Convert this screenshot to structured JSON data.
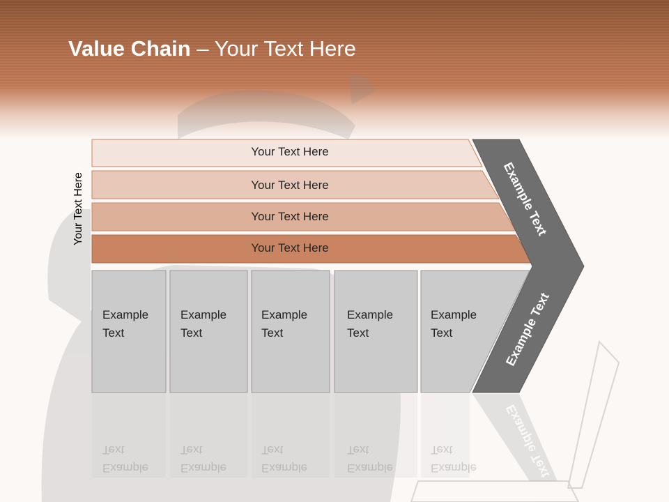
{
  "title": {
    "bold": "Value Chain",
    "rest": " – Your Text Here"
  },
  "side_label": "Your Text Here",
  "bars": [
    {
      "label": "Your Text Here"
    },
    {
      "label": "Your Text Here"
    },
    {
      "label": "Your Text Here"
    },
    {
      "label": "Your Text Here"
    }
  ],
  "columns": [
    {
      "line1": "Example",
      "line2": "Text"
    },
    {
      "line1": "Example",
      "line2": "Text"
    },
    {
      "line1": "Example",
      "line2": "Text"
    },
    {
      "line1": "Example",
      "line2": "Text"
    },
    {
      "line1": "Example",
      "line2": "Text"
    }
  ],
  "chevron": {
    "upper_label": "Example Text",
    "lower_label": "Example Text"
  },
  "colors": {
    "header": "#b06c49",
    "bar1": "#f3e4dd",
    "bar2": "#e8c9b9",
    "bar3": "#ddb199",
    "bar4": "#c98561",
    "column": "#cbcbcb",
    "chevron": "#6f6f6f"
  }
}
